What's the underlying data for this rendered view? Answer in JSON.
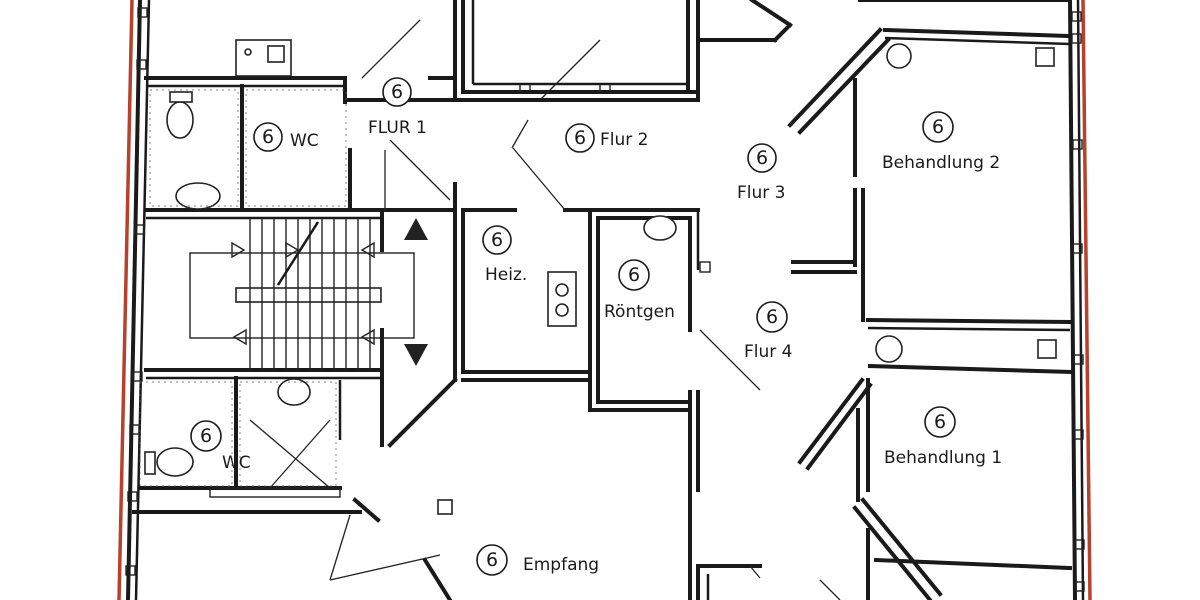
{
  "plan": {
    "accent_color": "#b7412a",
    "rooms": [
      {
        "key": "wc_top",
        "number": "6",
        "label": "WC"
      },
      {
        "key": "flur1",
        "number": "6",
        "label": "FLUR 1"
      },
      {
        "key": "flur2",
        "number": "6",
        "label": "Flur 2"
      },
      {
        "key": "flur3",
        "number": "6",
        "label": "Flur 3"
      },
      {
        "key": "behandlung2",
        "number": "6",
        "label": "Behandlung  2"
      },
      {
        "key": "heiz",
        "number": "6",
        "label": "Heiz."
      },
      {
        "key": "roentgen",
        "number": "6",
        "label": "Röntgen"
      },
      {
        "key": "flur4",
        "number": "6",
        "label": "Flur 4"
      },
      {
        "key": "wc_bottom",
        "number": "6",
        "label": "WC"
      },
      {
        "key": "behandlung1",
        "number": "6",
        "label": "Behandlung  1"
      },
      {
        "key": "empfang",
        "number": "6",
        "label": "Empfang"
      }
    ]
  }
}
